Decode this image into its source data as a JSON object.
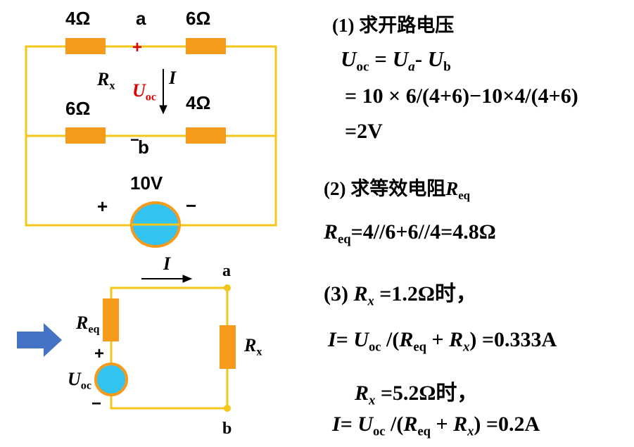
{
  "top_circuit": {
    "r1_label": "4Ω",
    "r2_label": "6Ω",
    "r3_label": "6Ω",
    "r4_label": "4Ω",
    "node_a": "a",
    "node_b": "b",
    "plus_sign": "+",
    "minus_sign": "−",
    "rx_sym": "R",
    "rx_sub": "x",
    "uoc_sym": "U",
    "uoc_sub": "oc",
    "current_sym": "I",
    "source_value": "10V",
    "source_plus": "+",
    "source_minus": "−"
  },
  "bottom_circuit": {
    "current_sym": "I",
    "node_a": "a",
    "node_b": "b",
    "req_sym": "R",
    "req_sub": "eq",
    "plus_sign": "+",
    "minus_sign": "−",
    "uoc_sym": "U",
    "uoc_sub": "oc",
    "rx_sym": "R",
    "rx_sub": "x"
  },
  "solution": {
    "step1_title": "(1) 求开路电压",
    "step1_eq1": {
      "u": "U",
      "oc": "oc",
      "eq": " = ",
      "ua": "U",
      "a": "a",
      "dash": "- ",
      "ub": "U",
      "b": "b"
    },
    "step1_eq2": "= 10 × 6/(4+6)−10×4/(4+6)",
    "step1_eq3": "=2V",
    "step2_title_prefix": "(2) 求等效电阻",
    "step2_title_sym": "R",
    "step2_title_sub": "eq",
    "step2_eq": {
      "r": "R",
      "sub": "eq",
      "rest": "=4//6+6//4=4.8Ω"
    },
    "step3_title": {
      "prefix": "(3) ",
      "r": "R",
      "sub": "x",
      "rest": " =1.2Ω时，"
    },
    "step3_eq1": {
      "i": "I",
      "eq": "= ",
      "u": "U",
      "oc": "oc",
      "mid": " /(",
      "r": "R",
      "req": "eq",
      "plus": " + ",
      "rx": "R",
      "x": "x",
      "end": ") =0.333A"
    },
    "step4_title": {
      "r": "R",
      "sub": "x",
      "rest": " =5.2Ω时，"
    },
    "step4_eq1": {
      "i": "I",
      "eq": "= ",
      "u": "U",
      "oc": "oc",
      "mid": " /(",
      "r": "R",
      "req": "eq",
      "plus": " + ",
      "rx": "R",
      "x": "x",
      "end": ") =0.2A"
    }
  },
  "colors": {
    "wire": "#f5c518",
    "resistor": "#f59a1a",
    "source_fill": "#33c3f0",
    "source_stroke": "#f59a1a",
    "arrow_blue": "#4472c4",
    "uoc_red": "#e00000"
  }
}
